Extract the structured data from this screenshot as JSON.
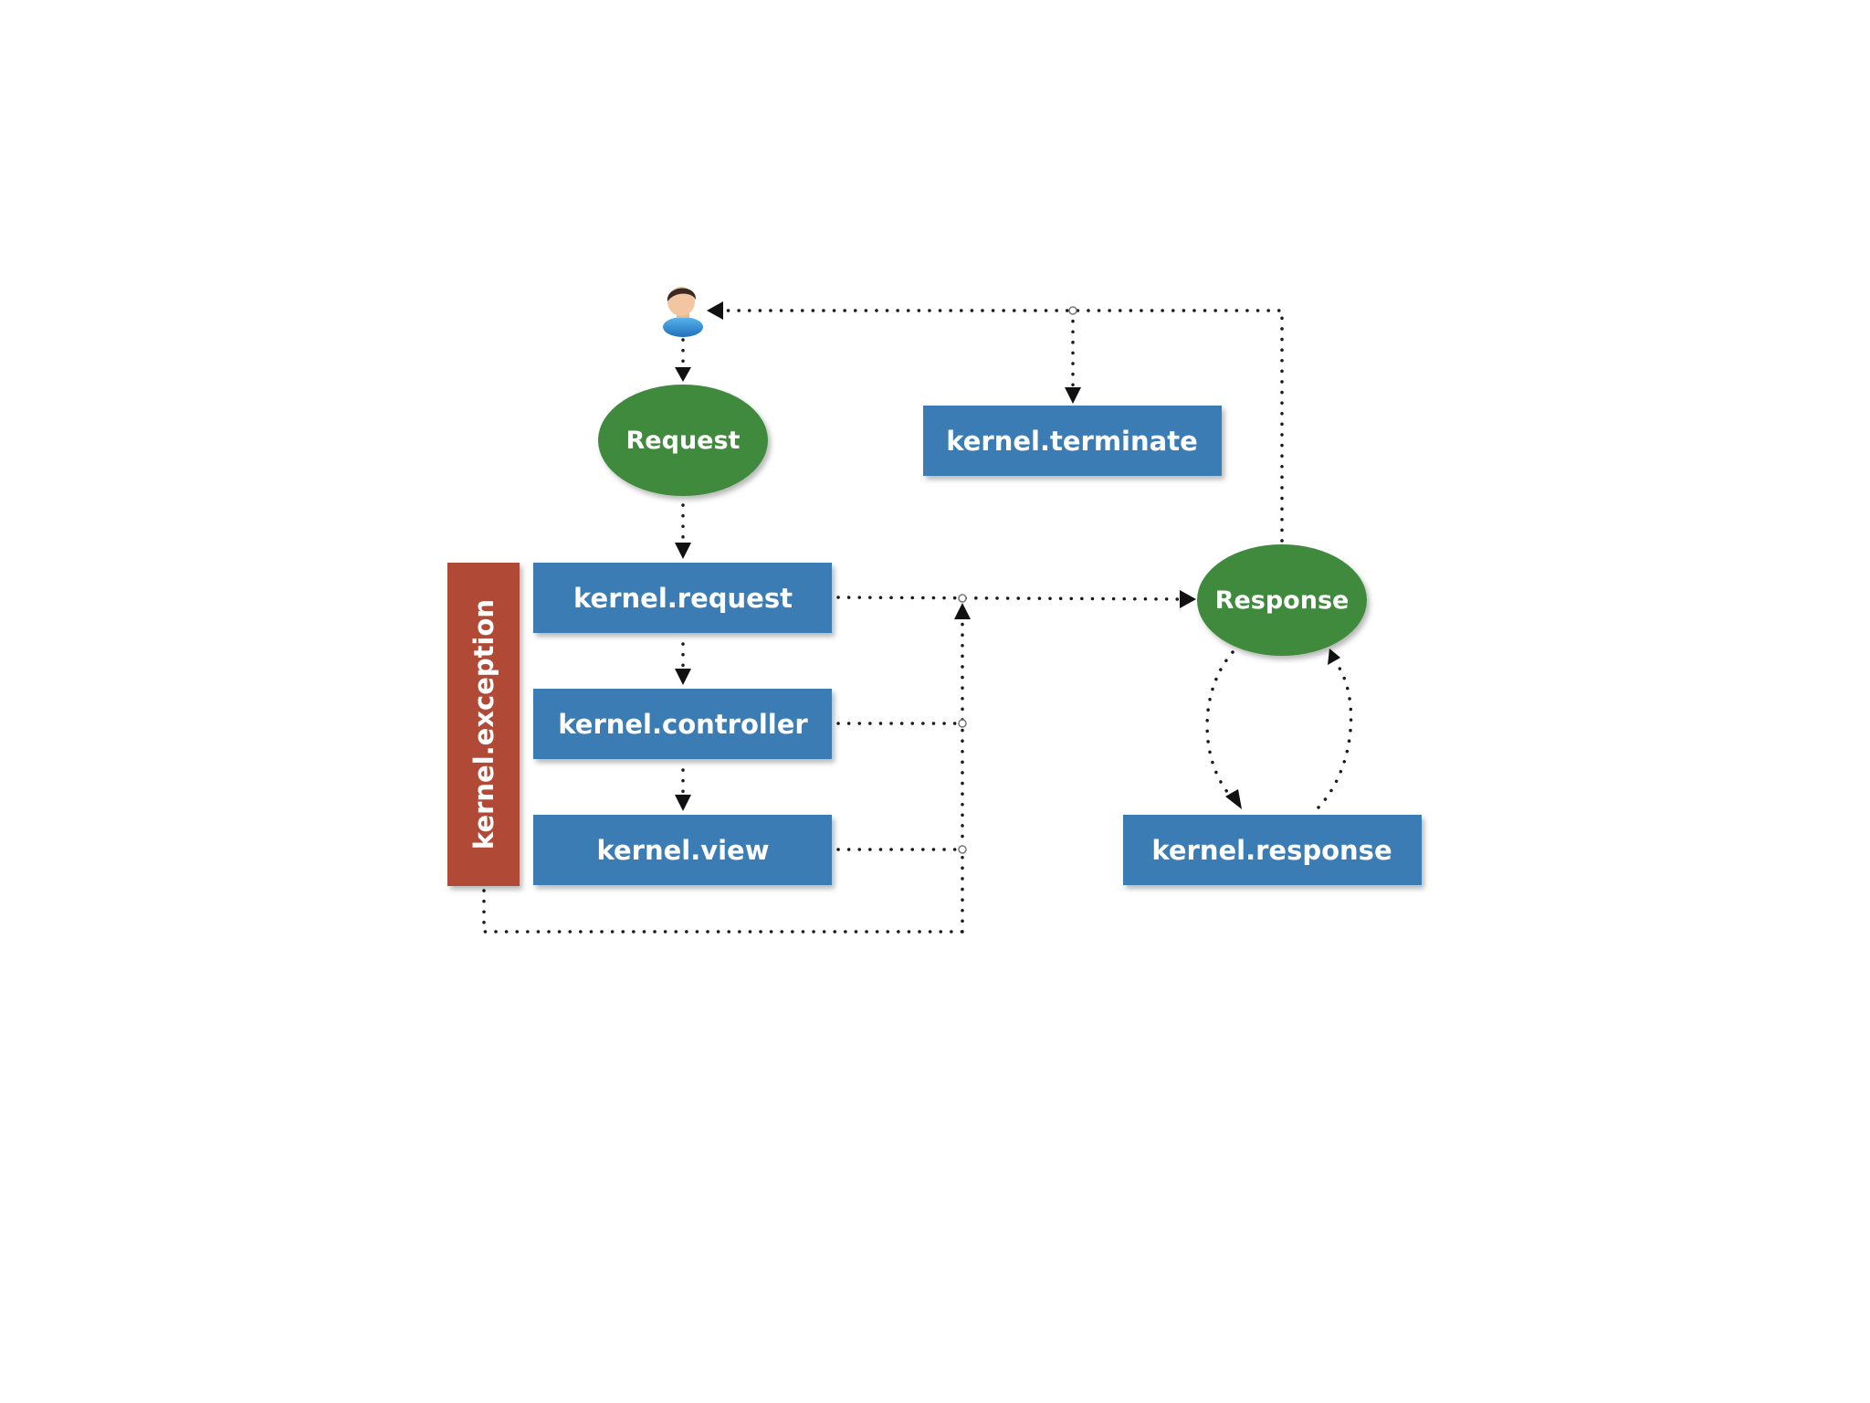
{
  "nodes": {
    "request": {
      "label": "Request",
      "color": "#3f8a3c"
    },
    "response": {
      "label": "Response",
      "color": "#3f8a3c"
    },
    "kernel_request": {
      "label": "kernel.request",
      "color": "#3b7bb5"
    },
    "kernel_controller": {
      "label": "kernel.controller",
      "color": "#3b7bb5"
    },
    "kernel_view": {
      "label": "kernel.view",
      "color": "#3b7bb5"
    },
    "kernel_terminate": {
      "label": "kernel.terminate",
      "color": "#3b7bb5"
    },
    "kernel_response": {
      "label": "kernel.response",
      "color": "#3b7bb5"
    },
    "kernel_exception": {
      "label": "kernel.exception",
      "color": "#b04a35"
    }
  },
  "user_icon": {
    "icon": "user-icon"
  }
}
